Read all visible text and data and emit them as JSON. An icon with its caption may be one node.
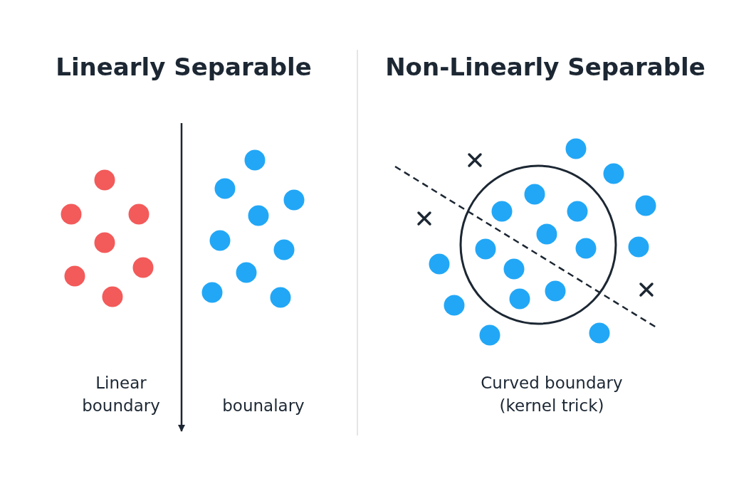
{
  "diagram": {
    "labels": [
      "Linearly Separable",
      "Non-Linearly Separable",
      "Linear boundary",
      "bounalary",
      "Curved boundary (kernel trick)"
    ]
  }
}
